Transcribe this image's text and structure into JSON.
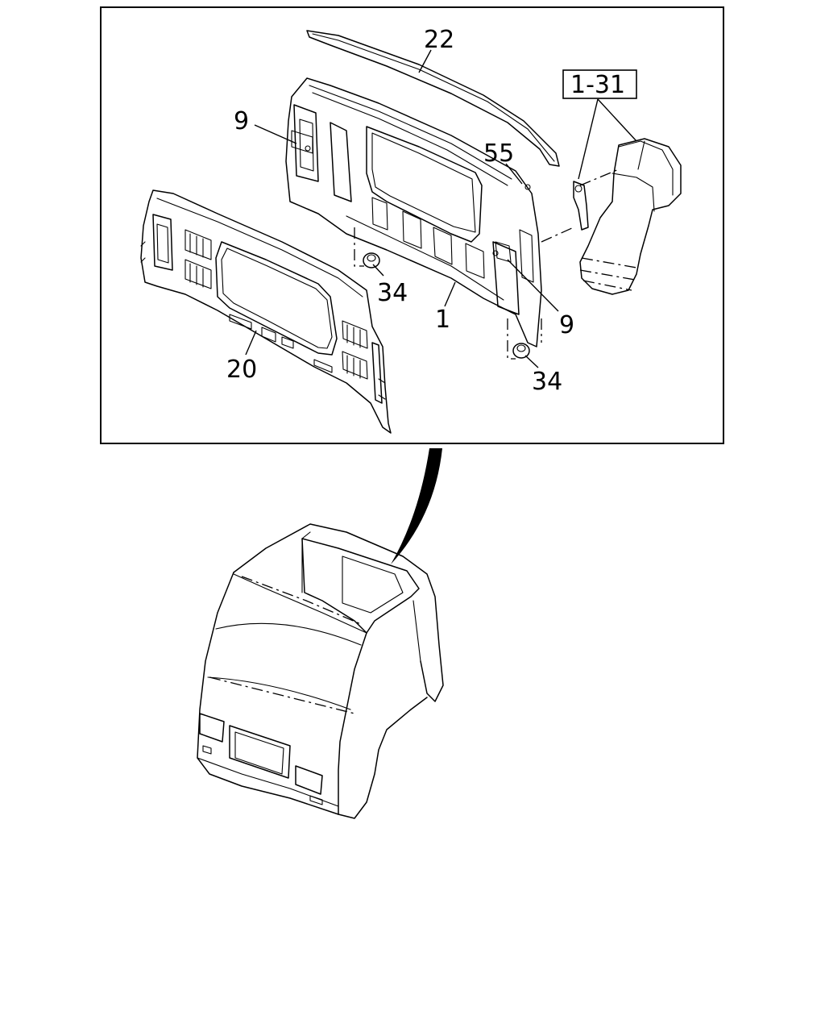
{
  "callouts": {
    "c22": "22",
    "c9a": "9",
    "c131": "1-31",
    "c55": "55",
    "c34a": "34",
    "c1": "1",
    "c9b": "9",
    "c20": "20",
    "c34b": "34"
  }
}
